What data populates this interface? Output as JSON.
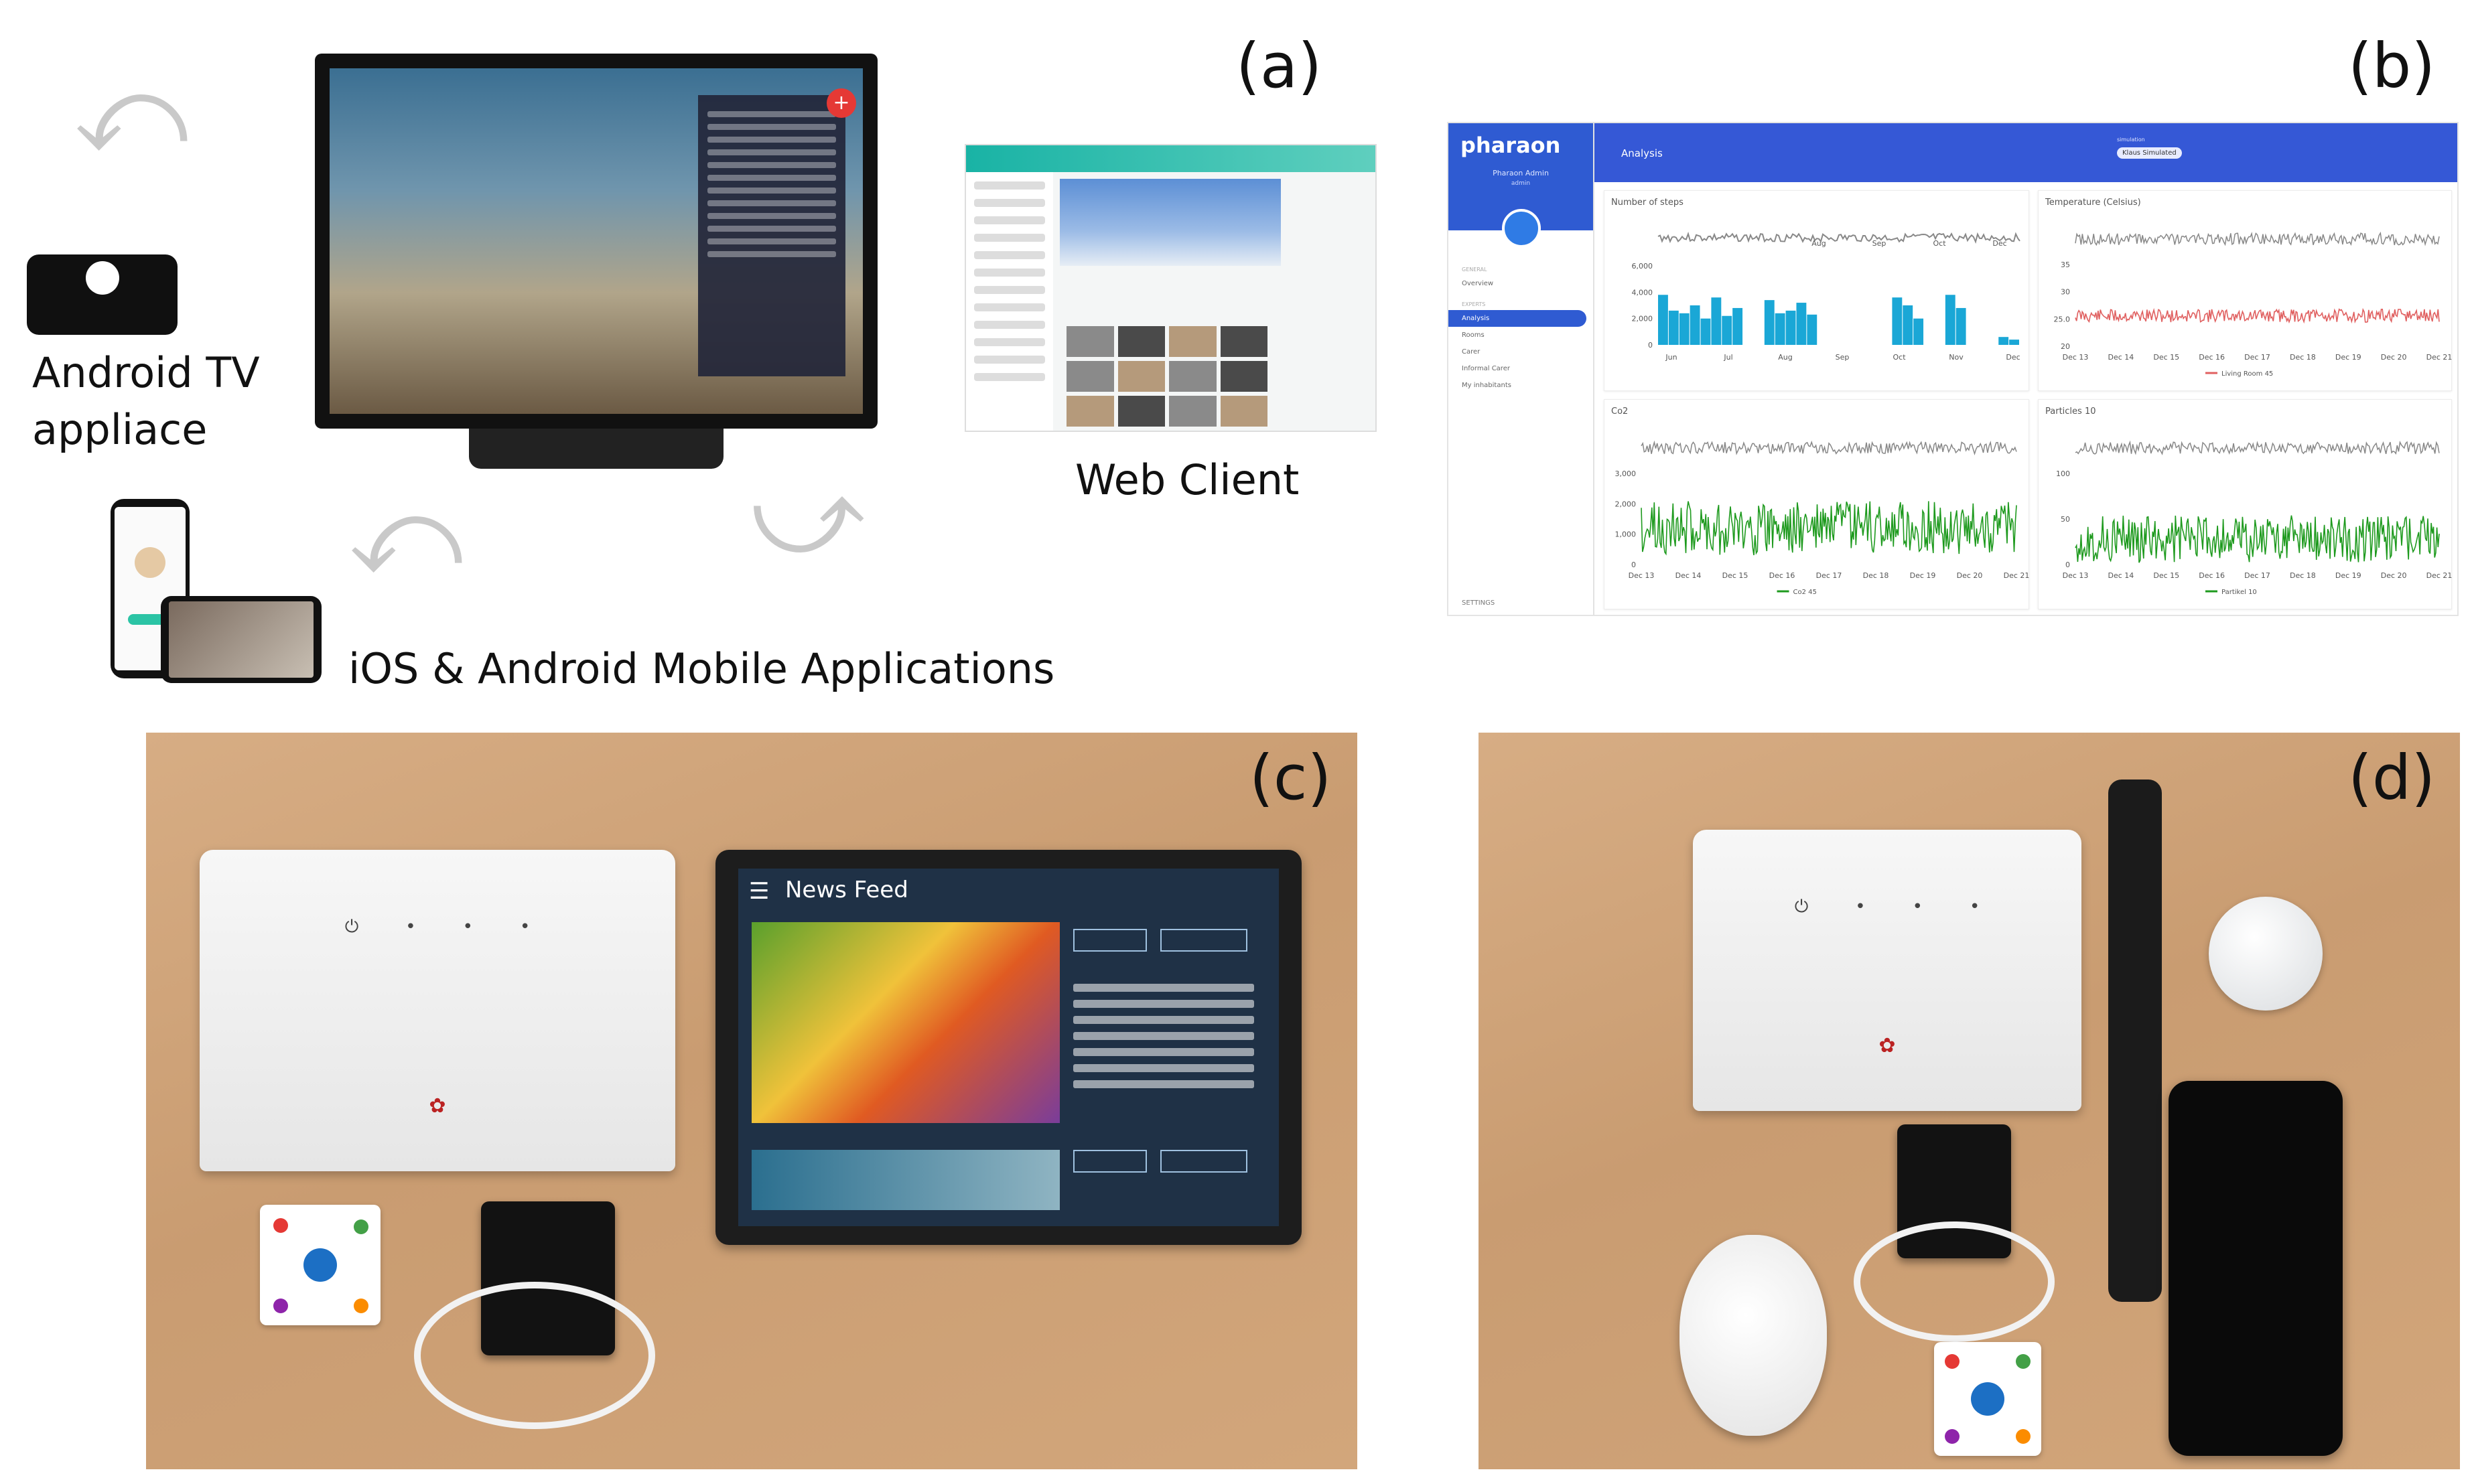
{
  "panels": {
    "a": "(a)",
    "b": "(b)",
    "c": "(c)",
    "d": "(d)"
  },
  "captions": {
    "android_tv_line1": "Android TV",
    "android_tv_line2": "appliace",
    "web_client": "Web Client",
    "mobile_apps": "iOS & Android Mobile Applications"
  },
  "dashboard": {
    "logo": "pharaon",
    "admin_name": "Pharaon Admin",
    "admin_role": "admin",
    "top_title": "Analysis",
    "simulation_label": "simulation",
    "simulation_chip": "Klaus Simulated",
    "nav": [
      {
        "group": "GENERAL",
        "label": "Overview",
        "active": false
      },
      {
        "group": "EXPERTS",
        "label": "Analysis",
        "active": true
      },
      {
        "group": "",
        "label": "Rooms",
        "active": false
      },
      {
        "group": "",
        "label": "Carer",
        "active": false
      },
      {
        "group": "",
        "label": "Informal Carer",
        "active": false
      },
      {
        "group": "",
        "label": "My inhabitants",
        "active": false
      }
    ],
    "settings": "SETTINGS",
    "colors": {
      "primary": "#3558d6",
      "steps_fill": "#1aa7d6",
      "temp_line": "#e06060",
      "green_line": "#1e9a1e",
      "overview": "#888888"
    }
  },
  "chart_data": [
    {
      "type": "bar",
      "title": "Number of steps",
      "x_ticks": [
        "Jun",
        "Jul",
        "Aug",
        "Sep",
        "Oct",
        "Nov",
        "Dec"
      ],
      "overview_ticks": [
        "Aug",
        "Sep",
        "Oct",
        "Dec"
      ],
      "y_ticks": [
        "0",
        "2,000",
        "4,000",
        "6,000"
      ],
      "ylim": [
        0,
        6000
      ],
      "values": [
        3800,
        2600,
        2400,
        3000,
        2000,
        3600,
        2200,
        2800,
        0,
        0,
        3400,
        2400,
        2600,
        3200,
        2300,
        0,
        0,
        0,
        0,
        0,
        0,
        0,
        3600,
        3000,
        2000,
        0,
        0,
        3800,
        2800,
        0,
        0,
        0,
        600,
        400
      ]
    },
    {
      "type": "line",
      "title": "Temperature (Celsius)",
      "x_ticks": [
        "Dec 13",
        "Dec 14",
        "Dec 15",
        "Dec 16",
        "Dec 17",
        "Dec 18",
        "Dec 19",
        "Dec 20",
        "Dec 21"
      ],
      "y_ticks": [
        "20",
        "25.0",
        "30",
        "35"
      ],
      "ylim": [
        20,
        35
      ],
      "series": [
        {
          "name": "Living Room 45",
          "mean": 25.6,
          "amplitude": 1.2
        }
      ]
    },
    {
      "type": "line",
      "title": "Co2",
      "x_ticks": [
        "Dec 13",
        "Dec 14",
        "Dec 15",
        "Dec 16",
        "Dec 17",
        "Dec 18",
        "Dec 19",
        "Dec 20",
        "Dec 21"
      ],
      "y_ticks": [
        "0",
        "1,000",
        "2,000",
        "3,000"
      ],
      "ylim": [
        0,
        3000
      ],
      "series": [
        {
          "name": "Co2 45",
          "mean": 1200,
          "amplitude": 900
        }
      ]
    },
    {
      "type": "line",
      "title": "Particles 10",
      "x_ticks": [
        "Dec 13",
        "Dec 14",
        "Dec 15",
        "Dec 16",
        "Dec 17",
        "Dec 18",
        "Dec 19",
        "Dec 20",
        "Dec 21"
      ],
      "y_ticks": [
        "0",
        "50",
        "100"
      ],
      "ylim": [
        0,
        100
      ],
      "series": [
        {
          "name": "Partikel 10",
          "mean": 28,
          "amplitude": 26
        }
      ]
    }
  ],
  "tablet": {
    "title": "News Feed"
  }
}
